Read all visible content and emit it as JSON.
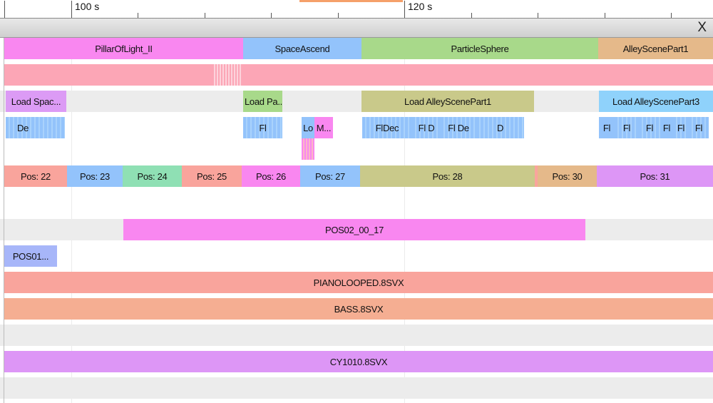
{
  "timeline": {
    "ticks": [
      "100 s",
      "120 s"
    ],
    "close_label": "X"
  },
  "colors": {
    "pink": "#f987f0",
    "blue": "#93c3fb",
    "green": "#a8d98a",
    "tan": "#e5b98a",
    "rose": "#fca6b6",
    "lavender": "#dc9bf5",
    "olive": "#c9c98a",
    "lightblue": "#8fd2fb",
    "salmon": "#f9a49c",
    "mint": "#8fe0b4",
    "periwinkle": "#a7b6f9",
    "orange": "#f5ae92",
    "purple": "#dd96f6",
    "gray_lane": "#ececec"
  },
  "lanes": {
    "scenes": [
      "PillarOfLight_II",
      "SpaceAscend",
      "ParticleSphere",
      "AlleyScenePart1"
    ],
    "loads": [
      "Load Spac...",
      "Load Pa...",
      "Load AlleyScenePart1",
      "Load AlleyScenePart3"
    ],
    "events": [
      "De",
      "Fl",
      "Lo",
      "M...",
      "FlDec",
      "Fl D",
      "Fl De",
      "D",
      "Fl",
      "Fl",
      "Fl",
      "Fl",
      "Fl",
      "Fl"
    ],
    "positions": [
      "Pos: 22",
      "Pos: 23",
      "Pos: 24",
      "Pos: 25",
      "Pos: 26",
      "Pos: 27",
      "Pos: 28",
      "Pos: 30",
      "Pos: 31"
    ],
    "patterns": [
      "POS02_00_17",
      "POS01..."
    ],
    "samples": [
      "PIANOLOOPED.8SVX",
      "BASS.8SVX",
      "CY1010.8SVX"
    ]
  }
}
